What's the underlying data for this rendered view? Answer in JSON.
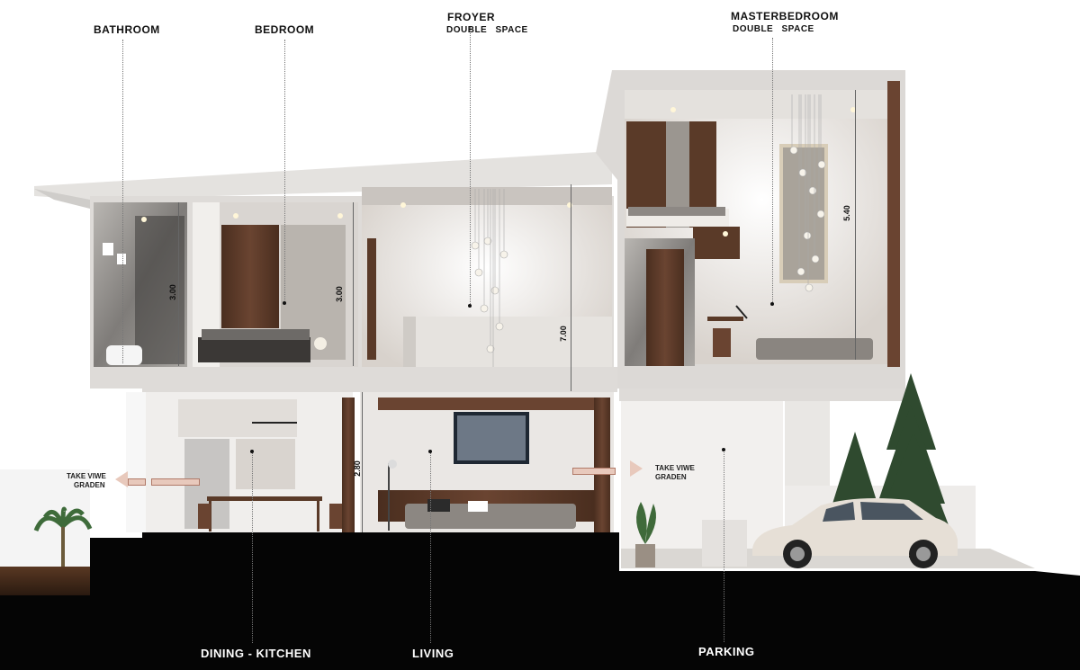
{
  "labels": {
    "bathroom": "BATHROOM",
    "bedroom": "BEDROOM",
    "foyer_title": "FROYER",
    "foyer_sub": "DOUBLE SPACE",
    "master_title": "MASTERBEDROOM",
    "master_sub": "DOUBLE SPACE",
    "dining_kitchen": "DINING - KITCHEN",
    "living": "LIVING",
    "parking": "PARKING"
  },
  "dimensions": {
    "bath_height": "3.00",
    "bed_height": "3.00",
    "foyer_height": "7.00",
    "master_height": "5.40",
    "ground_height": "2.80"
  },
  "views": {
    "left_line1": "TAKE VIWE",
    "left_line2": "GRADEN",
    "right_line1": "TAKE VIWE",
    "right_line2": "GRADEN"
  },
  "colors": {
    "ground": "#050505",
    "wall": "#e9e7e5",
    "wood": "#5a3a28",
    "accent_arrow": "#e8c9bc"
  }
}
